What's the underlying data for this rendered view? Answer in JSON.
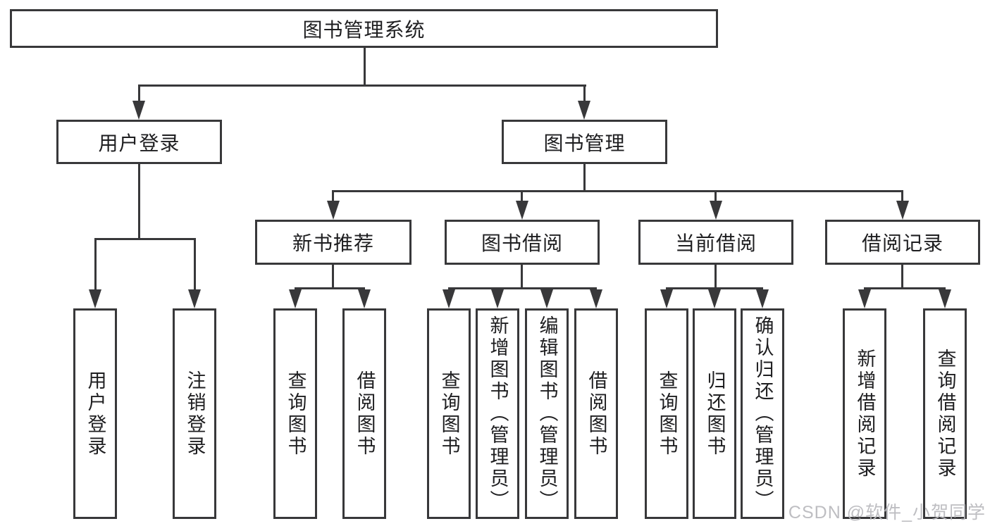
{
  "nodes": {
    "root": {
      "label": "图书管理系统"
    },
    "level1": [
      {
        "label": "用户登录"
      },
      {
        "label": "图书管理"
      }
    ],
    "level2": [
      {
        "label": "新书推荐"
      },
      {
        "label": "图书借阅"
      },
      {
        "label": "当前借阅"
      },
      {
        "label": "借阅记录"
      }
    ],
    "leaves": {
      "user": [
        {
          "label": "用户登录"
        },
        {
          "label": "注销登录"
        }
      ],
      "recommend": [
        {
          "label": "查询图书"
        },
        {
          "label": "借阅图书"
        }
      ],
      "borrow": [
        {
          "label": "查询图书"
        },
        {
          "label": "新增图书（管理员）"
        },
        {
          "label": "编辑图书（管理员）"
        },
        {
          "label": "借阅图书"
        }
      ],
      "current": [
        {
          "label": "查询图书"
        },
        {
          "label": "归还图书"
        },
        {
          "label": "确认归还（管理员）"
        }
      ],
      "record": [
        {
          "label": "新增借阅记录"
        },
        {
          "label": "查询借阅记录"
        }
      ]
    }
  },
  "watermark": {
    "text": "CSDN @软件_小贺同学"
  },
  "colors": {
    "line": "#38383a",
    "text": "#1e1e20",
    "watermark": "#b9b9bd",
    "background": "#ffffff"
  }
}
